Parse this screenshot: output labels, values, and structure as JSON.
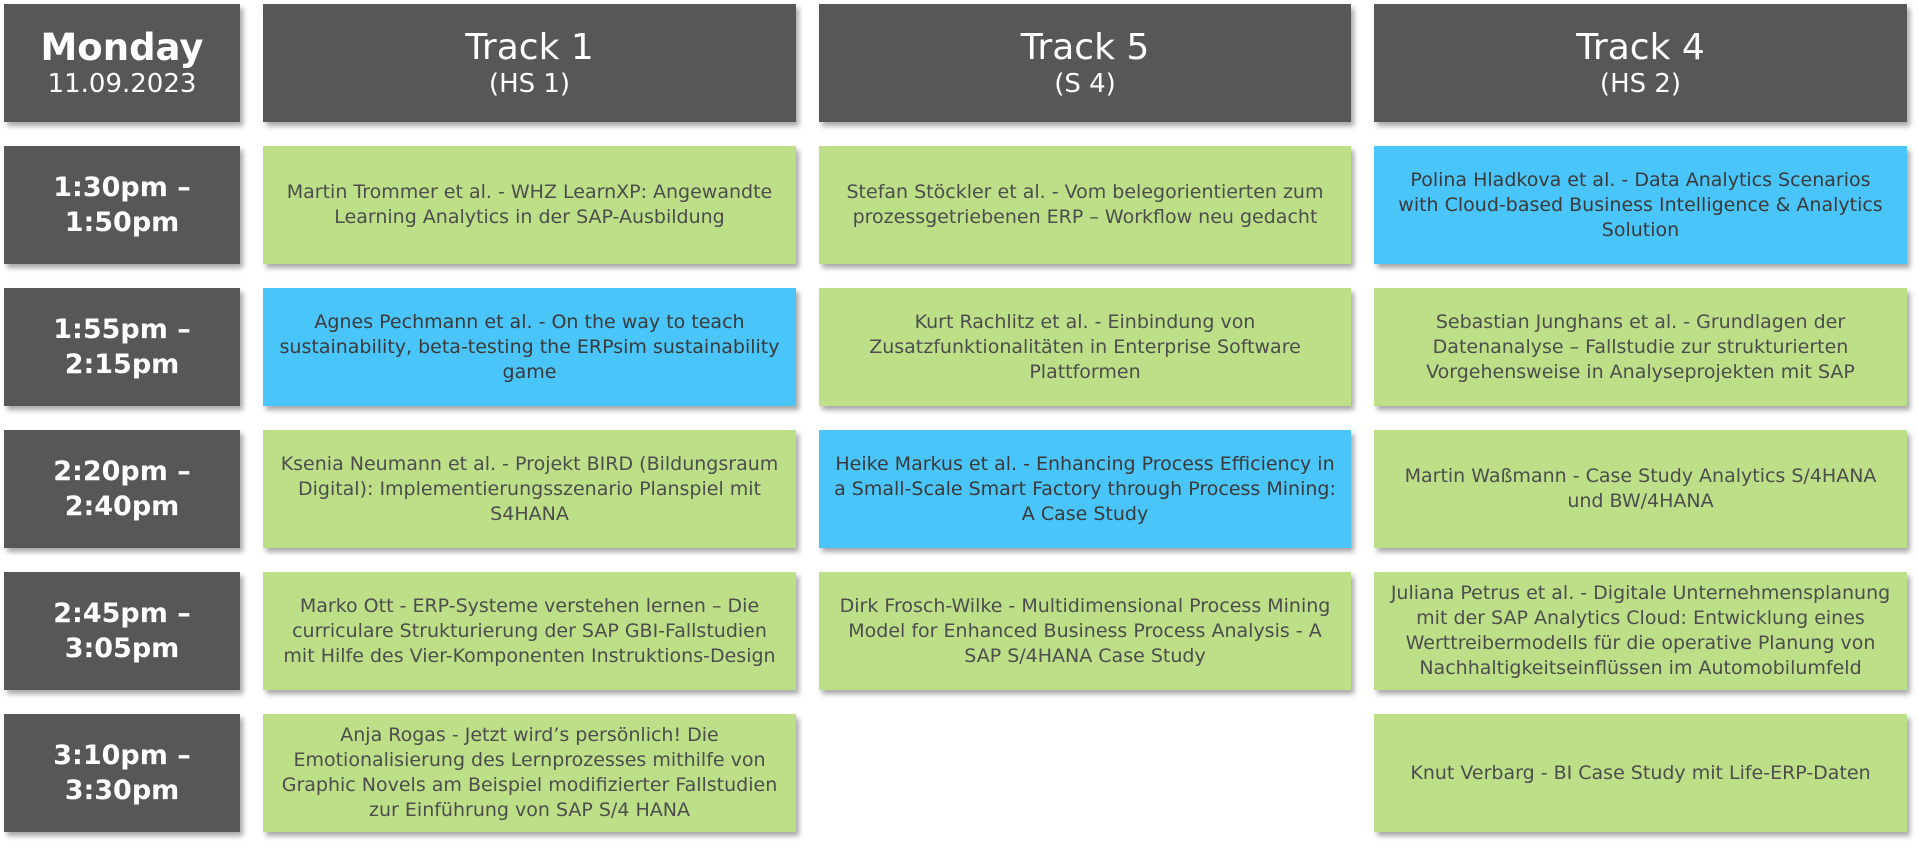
{
  "header": {
    "day": "Monday",
    "date": "11.09.2023",
    "tracks": [
      {
        "name": "Track 1",
        "room": "(HS 1)"
      },
      {
        "name": "Track 5",
        "room": "(S 4)"
      },
      {
        "name": "Track 4",
        "room": "(HS 2)"
      }
    ]
  },
  "slots": [
    {
      "time_start": "1:30pm –",
      "time_end": "1:50pm"
    },
    {
      "time_start": "1:55pm –",
      "time_end": "2:15pm"
    },
    {
      "time_start": "2:20pm –",
      "time_end": "2:40pm"
    },
    {
      "time_start": "2:45pm –",
      "time_end": "3:05pm"
    },
    {
      "time_start": "3:10pm –",
      "time_end": "3:30pm"
    }
  ],
  "colors": {
    "header_bg": "#575757",
    "session_green": "#bddf88",
    "session_blue": "#49c5f9"
  },
  "sessions": [
    {
      "slot": 0,
      "track": 0,
      "color": "green",
      "text": "Martin Trommer et al. - WHZ LearnXP: Angewandte Learning Analytics in der SAP-Ausbildung"
    },
    {
      "slot": 0,
      "track": 1,
      "color": "green",
      "text": "Stefan Stöckler et al. - Vom belegorientierten zum prozessgetriebenen ERP – Workflow neu gedacht"
    },
    {
      "slot": 0,
      "track": 2,
      "color": "blue",
      "text": "Polina Hladkova et al. - Data Analytics Scenarios with Cloud-based Business Intelligence & Analytics Solution"
    },
    {
      "slot": 1,
      "track": 0,
      "color": "blue",
      "text": "Agnes Pechmann et al. - On the way to teach sustainability, beta-testing the ERPsim sustainability game"
    },
    {
      "slot": 1,
      "track": 1,
      "color": "green",
      "text": "Kurt Rachlitz et al. - Einbindung von Zusatzfunktionalitäten in Enterprise Software Plattformen"
    },
    {
      "slot": 1,
      "track": 2,
      "color": "green",
      "text": "Sebastian Junghans et al. - Grundlagen der Datenanalyse – Fallstudie zur strukturierten Vorgehensweise in Analyseprojekten mit SAP"
    },
    {
      "slot": 2,
      "track": 0,
      "color": "green",
      "text": "Ksenia Neumann et al. - Projekt BIRD (Bildungsraum Digital): Implementierungsszenario Planspiel mit S4HANA"
    },
    {
      "slot": 2,
      "track": 1,
      "color": "blue",
      "text": "Heike Markus et al. - Enhancing Process Efficiency in a Small-Scale Smart Factory through Process Mining: A Case Study"
    },
    {
      "slot": 2,
      "track": 2,
      "color": "green",
      "text": "Martin Waßmann - Case Study Analytics S/4HANA und BW/4HANA"
    },
    {
      "slot": 3,
      "track": 0,
      "color": "green",
      "text": "Marko Ott - ERP-Systeme verstehen lernen – Die curriculare Strukturierung der SAP GBI-Fallstudien mit Hilfe des Vier-Komponenten Instruktions-Design"
    },
    {
      "slot": 3,
      "track": 1,
      "color": "green",
      "text": "Dirk Frosch-Wilke - Multidimensional Process Mining Model for Enhanced Business Process Analysis - A SAP S/4HANA Case Study"
    },
    {
      "slot": 3,
      "track": 2,
      "color": "green",
      "text": "Juliana Petrus et al. - Digitale Unternehmensplanung mit der SAP Analytics Cloud: Entwicklung eines Werttreibermodells für die operative Planung von Nachhaltigkeitseinflüssen im Automobilumfeld"
    },
    {
      "slot": 4,
      "track": 0,
      "color": "green",
      "text": "Anja Rogas - Jetzt wird’s persönlich! Die Emotionalisierung des Lernprozesses mithilfe von Graphic Novels am Beispiel modifizierter Fallstudien zur Einführung von SAP S/4 HANA"
    },
    {
      "slot": 4,
      "track": 2,
      "color": "green",
      "text": "Knut Verbarg - BI Case Study mit Life-ERP-Daten"
    }
  ]
}
